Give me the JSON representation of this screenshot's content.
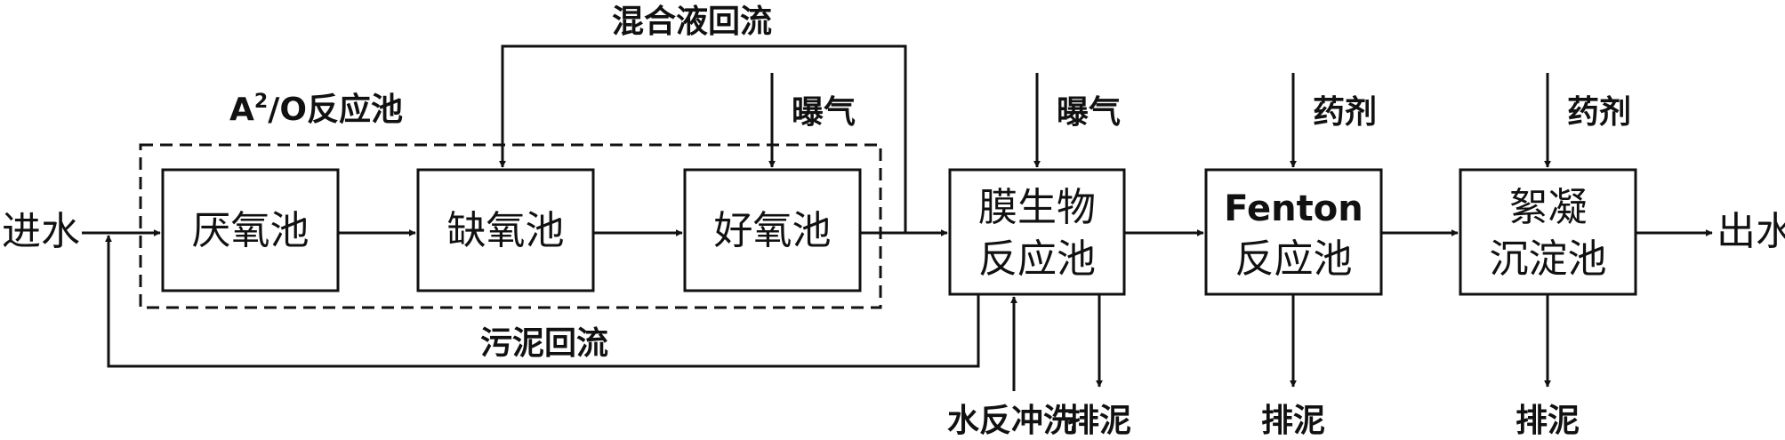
{
  "inputs": {
    "inflow": "进水",
    "outflow": "出水"
  },
  "a2o_group": {
    "label_main": "A",
    "label_sup": "2",
    "label_rest": "/O反应池"
  },
  "units": {
    "anaerobic": "厌氧池",
    "anoxic": "缺氧池",
    "aerobic": "好氧池",
    "mbr_line1": "膜生物",
    "mbr_line2": "反应池",
    "fenton_line1": "Fenton",
    "fenton_line2": "反应池",
    "floc_line1": "絮凝",
    "floc_line2": "沉淀池"
  },
  "flows": {
    "mixed_liquor_return": "混合液回流",
    "sludge_return": "污泥回流",
    "aeration_aerobic": "曝气",
    "aeration_mbr": "曝气",
    "chemical_fenton": "药剂",
    "chemical_floc": "药剂",
    "backwash": "水反冲洗",
    "sludge_out_mbr": "排泥",
    "sludge_out_fenton": "排泥",
    "sludge_out_floc": "排泥"
  }
}
